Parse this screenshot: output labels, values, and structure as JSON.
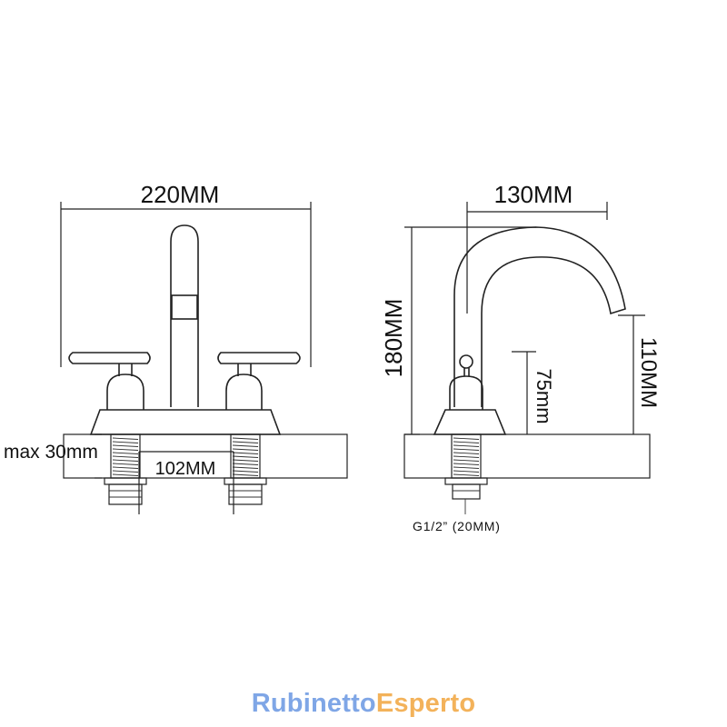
{
  "front_view": {
    "width_label": "220MM",
    "deck_label": "max 30mm",
    "spacing_label": "102MM"
  },
  "side_view": {
    "reach_label": "130MM",
    "height_label": "180MM",
    "handle_height_label": "75mm",
    "spout_height_label": "110MM",
    "thread_label": "G1/2”  (20MM)"
  },
  "watermark": {
    "part1": "Rubinetto",
    "part2": "Esperto"
  }
}
